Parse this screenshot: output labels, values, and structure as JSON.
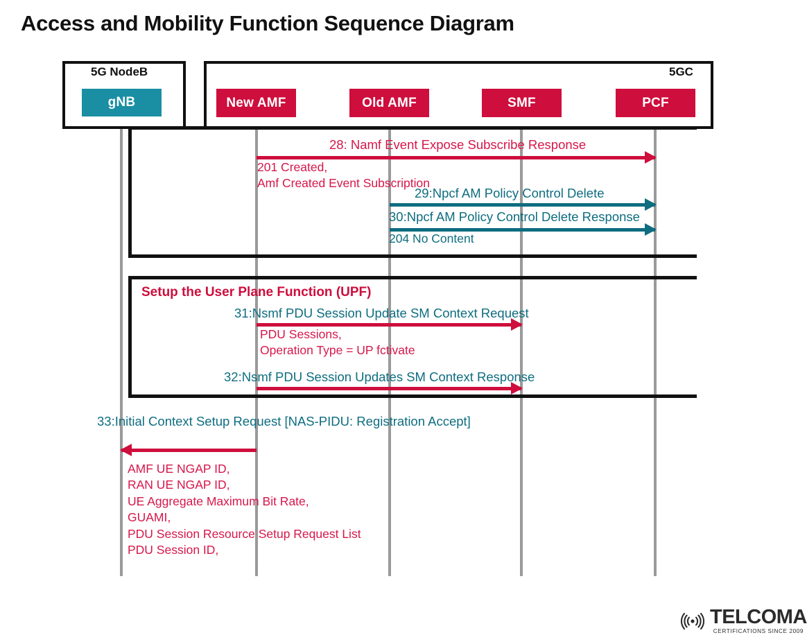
{
  "page": {
    "title": "Access and Mobility Function Sequence Diagram",
    "colors": {
      "crimson": "#ce0e3d",
      "crimson_text": "#d6174a",
      "teal": "#1a8ea2",
      "teal_text": "#0e6d80",
      "lifeline": "#9a9a9a",
      "frame": "#111111"
    }
  },
  "groups": [
    {
      "label": "5G NodeB",
      "label_align": "center"
    },
    {
      "label": "5GC",
      "label_align": "right"
    }
  ],
  "actors": [
    {
      "name": "gNB",
      "style": "teal"
    },
    {
      "name": "New AMF",
      "style": "crimson"
    },
    {
      "name": "Old AMF",
      "style": "crimson"
    },
    {
      "name": "SMF",
      "style": "crimson"
    },
    {
      "name": "PCF",
      "style": "crimson"
    }
  ],
  "frames": [
    {
      "label": ""
    },
    {
      "label": "Setup the User Plane Function (UPF)"
    }
  ],
  "messages": [
    {
      "number": "28",
      "label": "28: Namf Event Expose Subscribe Response",
      "label_color": "crimson",
      "arrow_color": "crimson",
      "from": "New AMF",
      "to": "PCF",
      "direction": "right",
      "note": "201 Created,\nAmf Created Event Subscription",
      "note_color": "crimson"
    },
    {
      "number": "29",
      "label": "29:Npcf AM Policy Control Delete",
      "label_color": "teal",
      "arrow_color": "teal",
      "from": "Old AMF",
      "to": "PCF",
      "direction": "right",
      "note": "",
      "note_color": "teal"
    },
    {
      "number": "30",
      "label": "30:Npcf AM Policy Control Delete Response",
      "label_color": "teal",
      "arrow_color": "teal",
      "from": "Old AMF",
      "to": "PCF",
      "direction": "right",
      "note": "204 No Content",
      "note_color": "teal"
    },
    {
      "number": "31",
      "label": "31:Nsmf PDU Session Update SM Context Request",
      "label_color": "teal",
      "arrow_color": "crimson",
      "from": "New AMF",
      "to": "SMF",
      "direction": "right",
      "note": "PDU Sessions,\nOperation Type = UP fctivate",
      "note_color": "crimson"
    },
    {
      "number": "32",
      "label": "32:Nsmf PDU Session Updates SM Context Response",
      "label_color": "teal",
      "arrow_color": "crimson",
      "from": "New AMF",
      "to": "SMF",
      "direction": "right",
      "note": "",
      "note_color": "crimson"
    },
    {
      "number": "33",
      "label": "33:Initial Context Setup Request\n[NAS-PIDU: Registration Accept]",
      "label_color": "teal",
      "arrow_color": "crimson",
      "from": "New AMF",
      "to": "gNB",
      "direction": "left",
      "note": "AMF UE NGAP ID,\nRAN UE NGAP ID,\nUE Aggregate Maximum Bit Rate,\nGUAMI,\nPDU Session Resource Setup Request List\nPDU Session ID,",
      "note_color": "crimson"
    }
  ],
  "logo": {
    "wordmark": "TELCOMA",
    "tagline": "CERTIFICATIONS SINCE 2009",
    "icon": "wireless-signal-icon"
  }
}
